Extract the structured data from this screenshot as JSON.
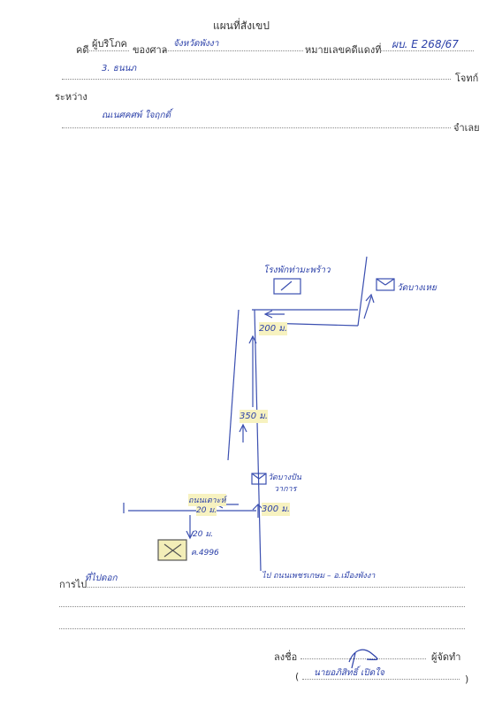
{
  "form": {
    "title": "แผนที่สังเขป",
    "case_label": "คดี",
    "case_type": "ผู้บริโภค",
    "court_label": "ของศาล",
    "court_name": "จังหวัดพังงา",
    "red_case_label": "หมายเลขคดีแดงที่",
    "red_case_number": "ผบ. E 268/67",
    "plaintiff_name": "3. ธนนภ",
    "plaintiff_label": "โจทก์",
    "between_label": "ระหว่าง",
    "defendant_name": "ณเนศคศพ์ ใจฤกดิ์",
    "defendant_label": "จำเลย",
    "directions_label": "การไป",
    "directions_value": "ที่ไปดอก",
    "signature_label": "ลงชื่อ",
    "maker_label": "ผู้จัดทำ",
    "maker_name": "นายอภิสิทธิ์ เปิดใจ"
  },
  "map": {
    "top_landmark": "โรงพักท่ามะพร้าว",
    "top_right_landmark": "วัดบางเหย",
    "dist_200": "200 ม.",
    "dist_350": "350 ม.",
    "mid_landmark_1": "วัดบางปัน",
    "mid_landmark_2": "วาการ",
    "side_road": "ถนนเตาะห์",
    "side_dist": "20 ม.",
    "dist_300": "300 ม.",
    "dist_20": "20 ม.",
    "house_label": "ค.4996",
    "bottom_direction": "ไป ถนนเพชรเกษม – อ.เมืองพังงา"
  }
}
